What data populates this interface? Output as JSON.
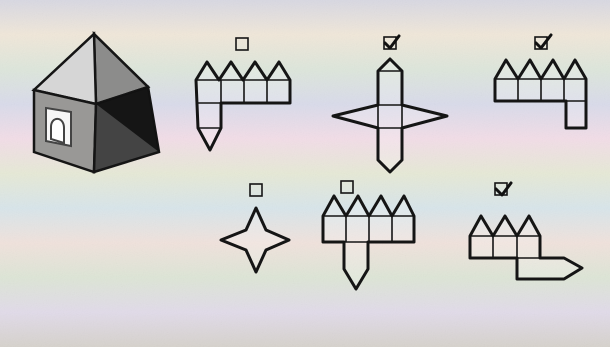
{
  "puzzle": {
    "reference_solid": {
      "shape": "cube-with-square-pyramid-top",
      "window_on_front_face": true
    },
    "options": [
      {
        "id": "option-1",
        "checked": false
      },
      {
        "id": "option-2",
        "checked": true
      },
      {
        "id": "option-3",
        "checked": true
      },
      {
        "id": "option-4",
        "checked": false
      },
      {
        "id": "option-5",
        "checked": false
      },
      {
        "id": "option-6",
        "checked": true
      }
    ],
    "colors": {
      "background": "#d9d4cf",
      "stroke": "#151515",
      "cube_front": "#9a9a98",
      "cube_right": "#3a3a3a",
      "cube_dark": "#111111",
      "roof_left": "#c8c8c6",
      "roof_right": "#8e8e8d"
    }
  }
}
